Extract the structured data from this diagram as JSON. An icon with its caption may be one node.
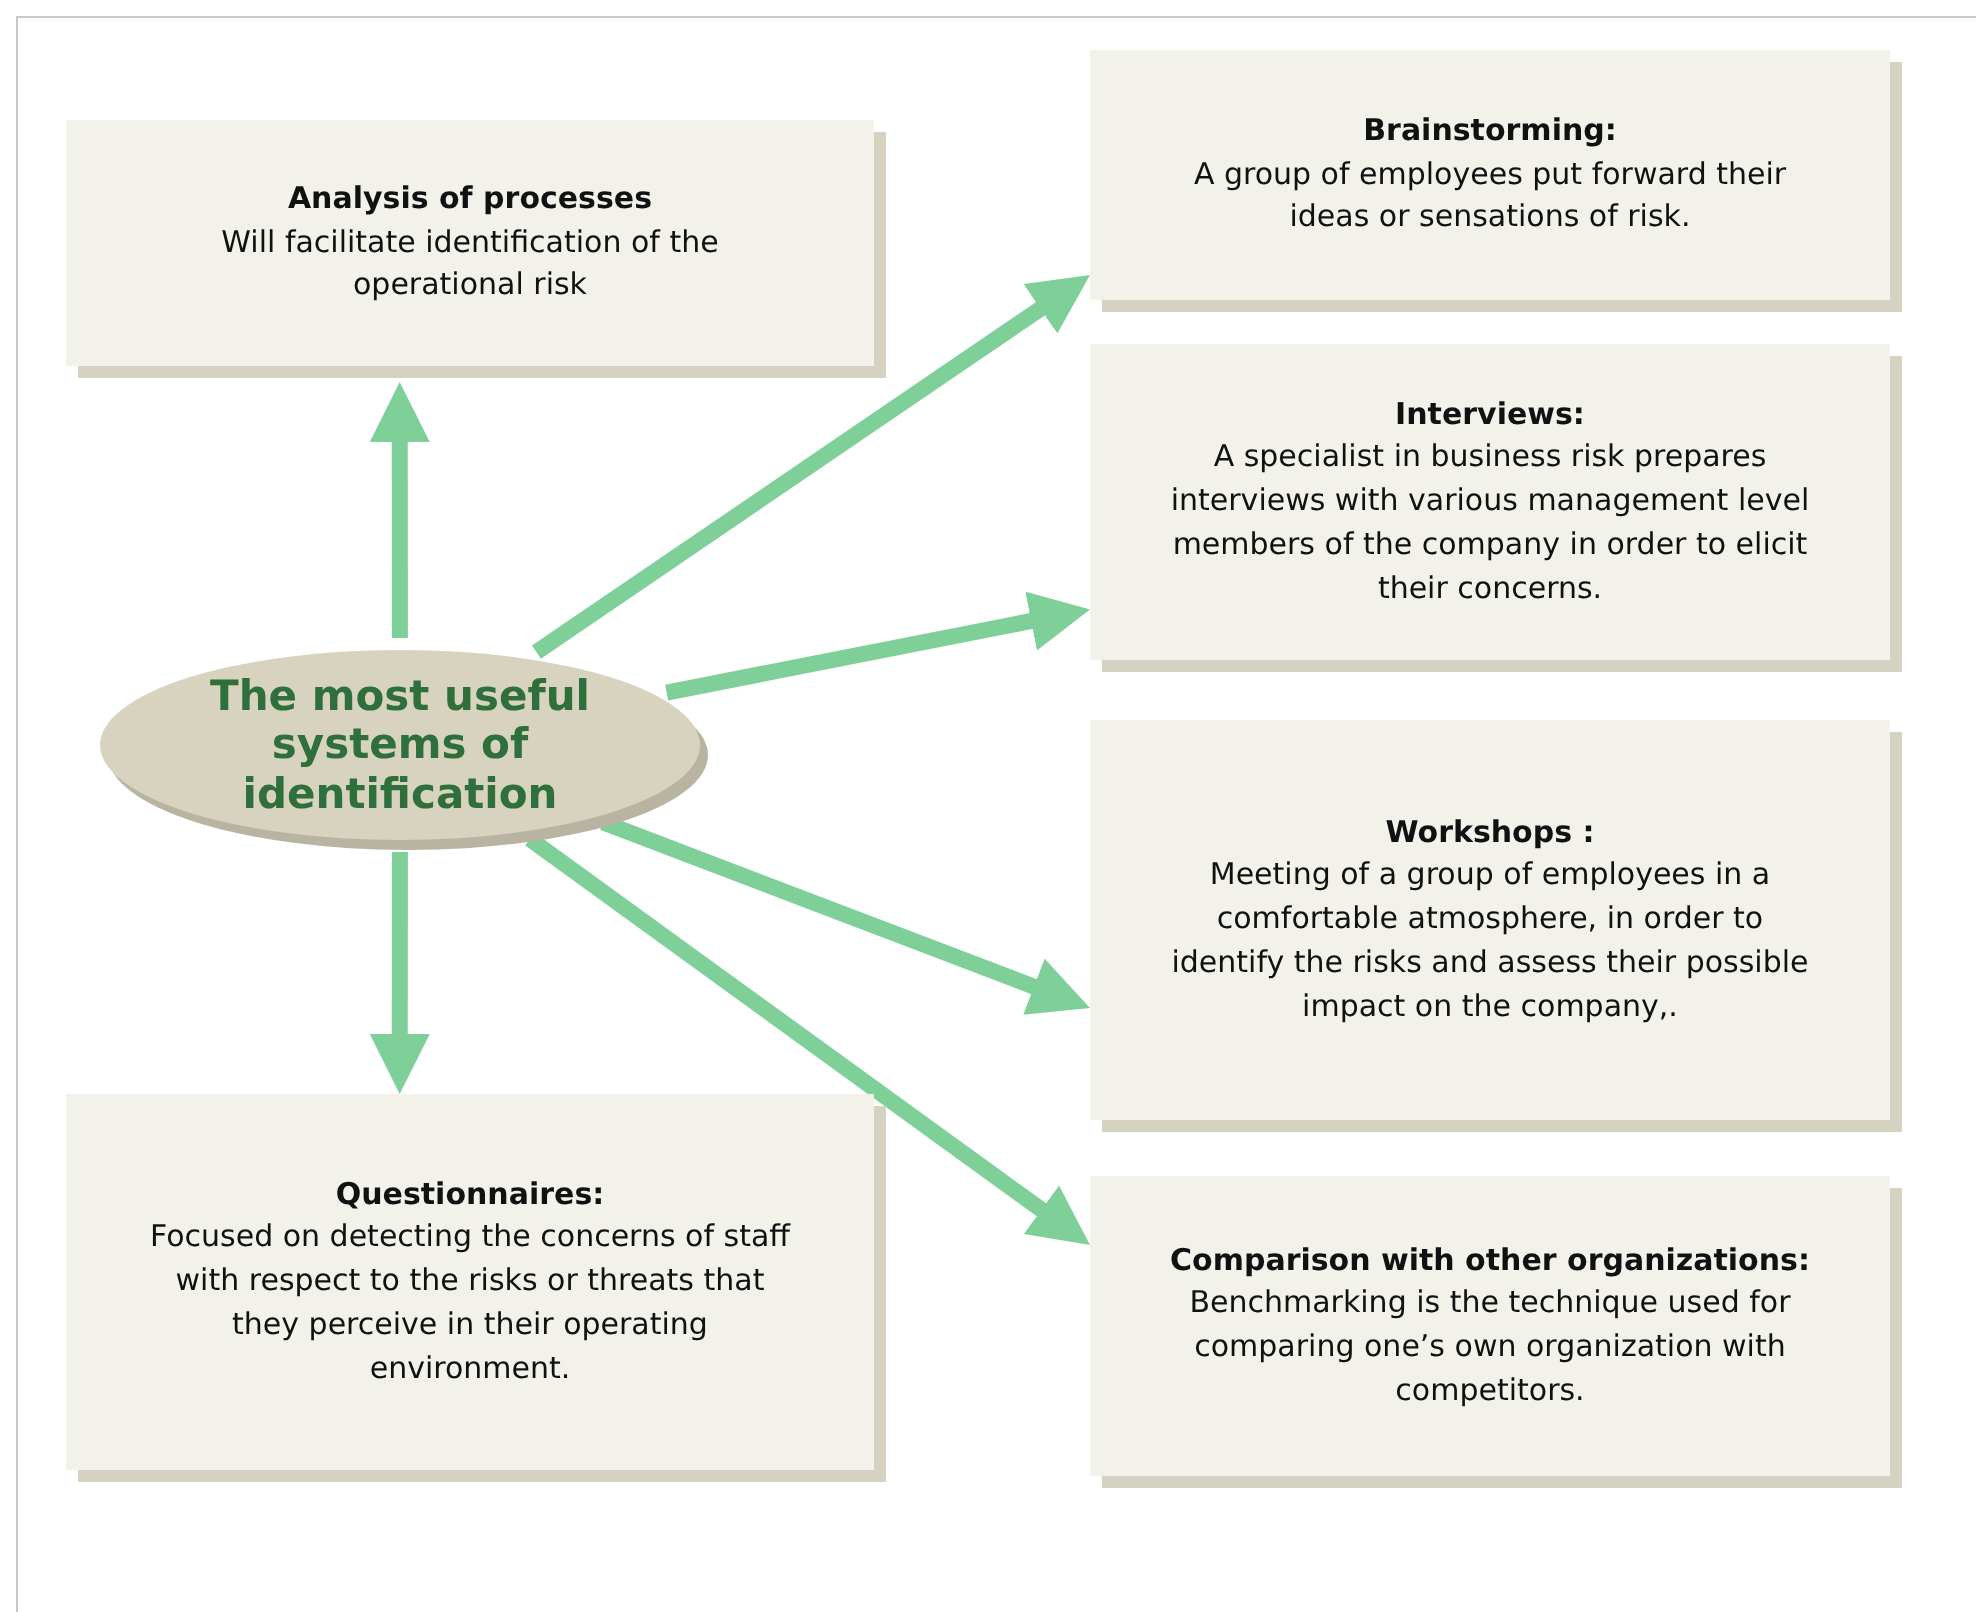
{
  "diagram": {
    "nodes": [
      {
        "text": [
          "The most useful systems of identification"
        ]
      },
      {
        "text": [
          "Analysis of processes",
          "Will facilitate identification of the operational risk"
        ]
      },
      {
        "text": [
          "Brainstorming:",
          "A group of employees put forward their ideas or sensations of risk."
        ]
      },
      {
        "text": [
          "Interviews:",
          "A specialist in business risk prepares interviews with various management level members of the company in order to elicit their concerns."
        ]
      },
      {
        "text": [
          "Workshops :",
          "Meeting of a group of employees in a comfortable atmosphere, in order to identify the risks and assess their possible impact on the company,."
        ]
      },
      {
        "text": [
          "Comparison with other organizations:",
          "Benchmarking is the technique used for comparing one’s own organization with competitors."
        ]
      },
      {
        "text": [
          "Questionnaires:",
          "Focused on detecting the concerns of staff with respect to the risks or threats that they perceive in their operating environment."
        ]
      }
    ],
    "edges": [
      {
        "from": 0,
        "to": 1,
        "arrow": "to"
      },
      {
        "from": 0,
        "to": 2,
        "arrow": "to"
      },
      {
        "from": 0,
        "to": 3,
        "arrow": "to"
      },
      {
        "from": 0,
        "to": 4,
        "arrow": "to"
      },
      {
        "from": 0,
        "to": 5,
        "arrow": "to"
      },
      {
        "from": 0,
        "to": 6,
        "arrow": "to"
      }
    ]
  }
}
